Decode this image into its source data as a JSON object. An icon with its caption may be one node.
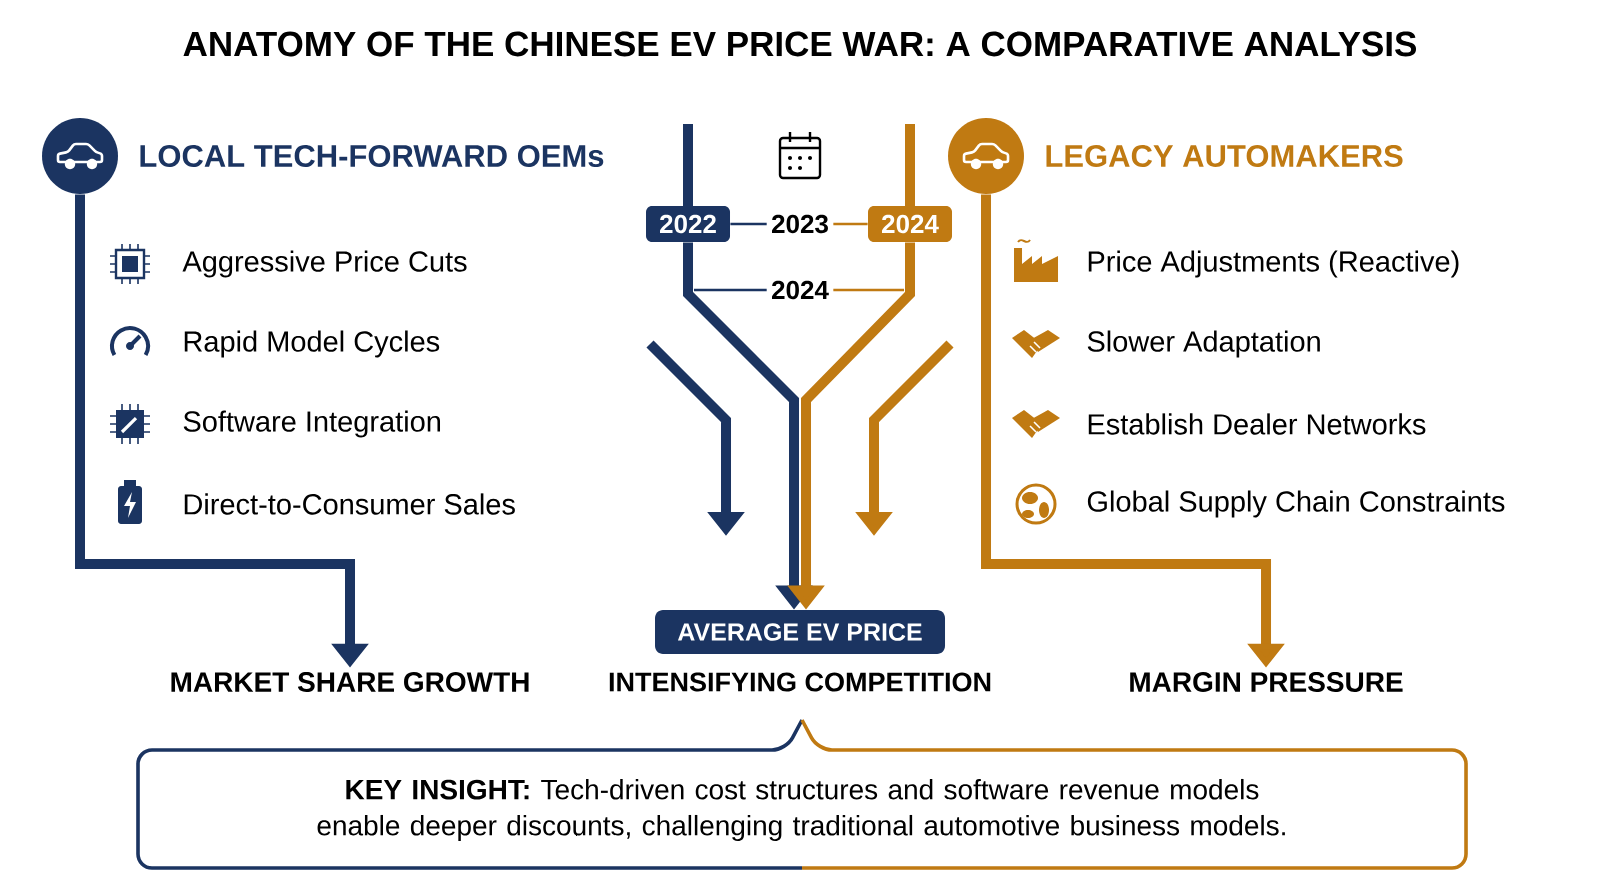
{
  "diagram": {
    "title": "ANATOMY OF THE CHINESE EV PRICE WAR: A COMPARATIVE ANALYSIS",
    "nodes": [
      {
        "text": [],
        "shape": "circle",
        "beside": [
          "LOCAL TECH-FORWARD OEMs"
        ]
      },
      {
        "text": [],
        "shape": "circle",
        "beside": [
          "LEGACY AUTOMAKERS"
        ]
      },
      {
        "text": [
          "2022"
        ]
      },
      {
        "text": [
          "2024"
        ]
      },
      {
        "text": [
          "AVERAGE EV PRICE"
        ]
      },
      {
        "text": [
          "MARKET SHARE GROWTH"
        ]
      },
      {
        "text": [
          "MARGIN PRESSURE"
        ]
      },
      {
        "text": [
          "**KEY INSIGHT:** Tech-driven cost structures and software revenue models enable deeper discounts, challenging traditional automotive business models."
        ]
      }
    ],
    "edges": [
      {
        "from": 0,
        "to": 5,
        "arrow": "to"
      },
      {
        "from": 1,
        "to": 6,
        "arrow": "to",
        "color": "#c07a12"
      },
      {
        "from": 2,
        "to": 4,
        "arrow": "to"
      },
      {
        "from": 3,
        "to": 4,
        "arrow": "to",
        "color": "#c07a12"
      }
    ],
    "labels": [
      "2023",
      "2024",
      "Aggressive Price Cuts",
      "Price Adjustments (Reactive)",
      "Rapid Model Cycles",
      "Slower Adaptation",
      "Software Integration",
      "Establish Dealer Networks",
      "Direct-to-Consumer Sales",
      "Global Supply Chain Constraints",
      "INTENSIFYING COMPETITION"
    ]
  }
}
